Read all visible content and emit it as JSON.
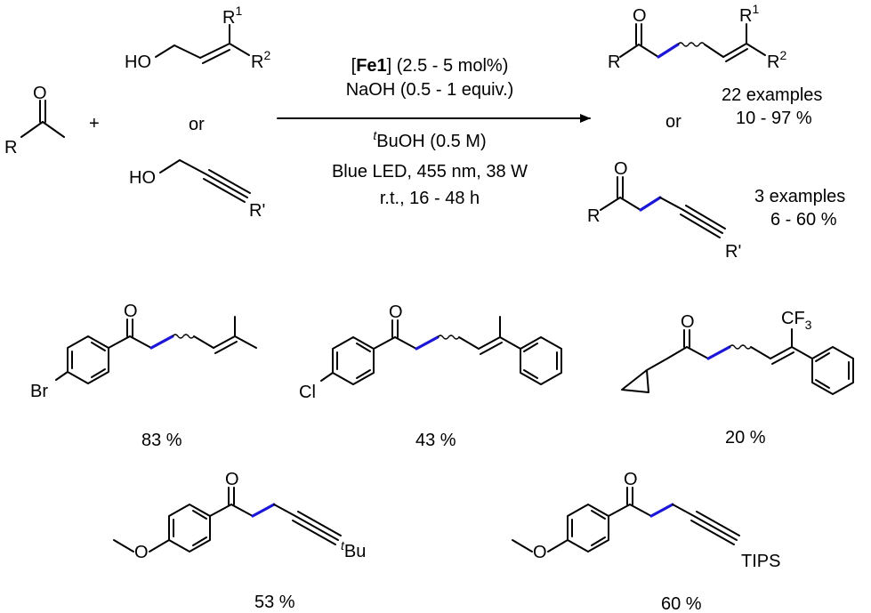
{
  "colors": {
    "highlight_bond": "#1c17d6",
    "ink": "#000000",
    "background": "#ffffff"
  },
  "reactants": {
    "ketone": {
      "r_label": "R",
      "o_label": "O"
    },
    "plus": "+",
    "or": "or",
    "allylic_alcohol": {
      "ho_label": "HO",
      "r1_label": "R",
      "r1_sup": "1",
      "r2_label": "R",
      "r2_sup": "2"
    },
    "propargylic_alcohol": {
      "ho_label": "HO",
      "r_label": "R'"
    }
  },
  "conditions": {
    "catalyst_bracket_open": "[",
    "catalyst_name": "Fe1",
    "catalyst_rest": "] (2.5 - 5 mol%)",
    "base": "NaOH (0.5 - 1 equiv.)",
    "solvent_prefix": "t",
    "solvent_rest": "BuOH (0.5 M)",
    "light": "Blue LED, 455 nm, 38 W",
    "time": "r.t., 16 - 48 h"
  },
  "products": {
    "or": "or",
    "alkene": {
      "r_label": "R",
      "o_label": "O",
      "r1_label": "R",
      "r1_sup": "1",
      "r2_label": "R",
      "r2_sup": "2",
      "examples": "22 examples",
      "yield_range": "10 - 97 %"
    },
    "alkyne": {
      "r_label": "R",
      "o_label": "O",
      "r_prime_label": "R'",
      "examples": "3 examples",
      "yield_range": "6 - 60 %"
    }
  },
  "examples": [
    {
      "substituent": "Br",
      "o_label": "O",
      "yield": "83 %"
    },
    {
      "substituent": "Cl",
      "o_label": "O",
      "yield": "43 %"
    },
    {
      "o_label": "O",
      "cf3_main": "CF",
      "cf3_sub": "3",
      "yield": "20 %"
    },
    {
      "o_label": "O",
      "tbu_prefix": "t",
      "tbu_rest": "Bu",
      "yield": "53 %"
    },
    {
      "o_label": "O",
      "tips": "TIPS",
      "yield": "60 %"
    }
  ]
}
